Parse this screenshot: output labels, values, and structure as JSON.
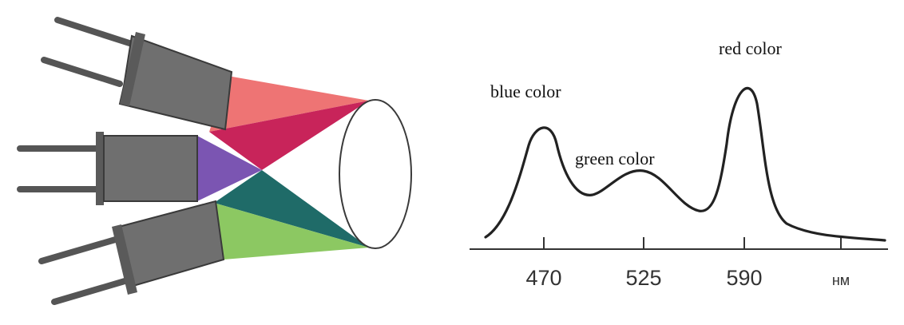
{
  "peaks": {
    "blue": "blue color",
    "green": "green color",
    "red": "red color"
  },
  "axis": {
    "ticks": [
      "470",
      "525",
      "590"
    ],
    "unit": "нм"
  },
  "colors": {
    "red_beam": "#ee7474",
    "magenta_overlap": "#c8245a",
    "violet_beam": "#7b55b2",
    "teal_overlap": "#1f6b68",
    "green_beam": "#8cc862",
    "projector_body": "#6f6f6f",
    "outline": "#3a3a3a",
    "curve": "#222222"
  },
  "icons": {
    "projectors": [
      "led-projector-icon",
      "led-projector-icon",
      "led-projector-icon"
    ],
    "screen": "white-light-screen-icon"
  }
}
